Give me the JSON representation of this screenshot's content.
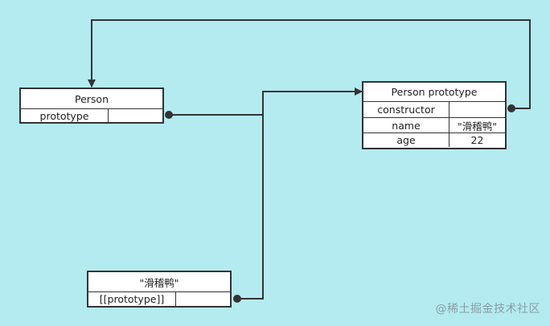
{
  "person": {
    "title": "Person",
    "field_label": "prototype",
    "field_value": ""
  },
  "person_prototype": {
    "title": "Person prototype",
    "rows": [
      {
        "key": "constructor",
        "value": ""
      },
      {
        "key": "name",
        "value": "\"滑稽鸭\""
      },
      {
        "key": "age",
        "value": "22"
      }
    ]
  },
  "instance": {
    "title": "\"滑稽鸭\"",
    "field_label": "[[prototype]]",
    "field_value": ""
  },
  "watermark": "@稀土掘金技术社区",
  "colors": {
    "background": "#b3ebf1",
    "line": "#333333",
    "box_fill": "#ffffff"
  }
}
